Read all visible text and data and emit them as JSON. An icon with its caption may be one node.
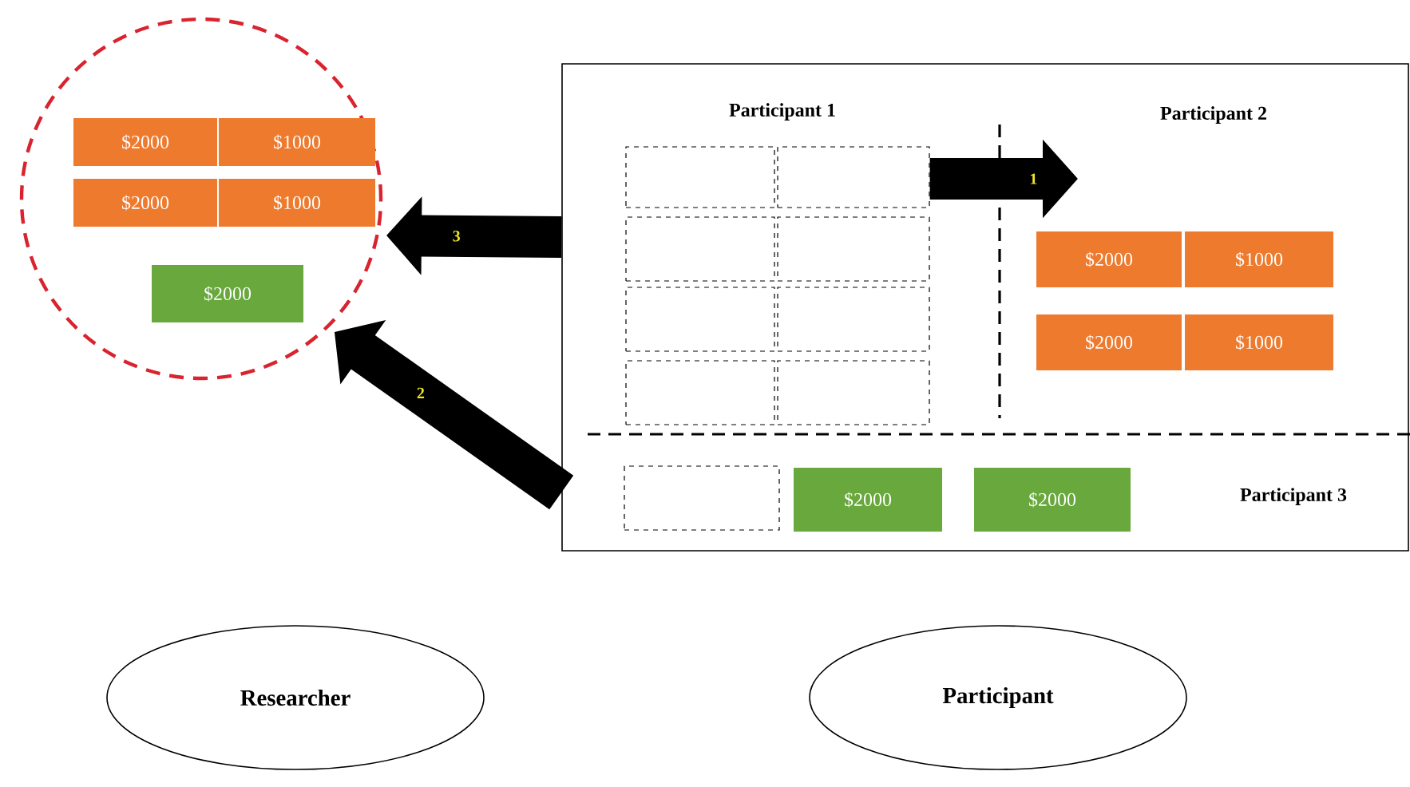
{
  "diagram": {
    "nodes": [
      {
        "text": [],
        "shape": "circle"
      },
      {
        "text": [
          "$2000"
        ],
        "in": 0
      },
      {
        "text": [
          "$1000"
        ],
        "in": 0
      },
      {
        "text": [
          "$2000"
        ],
        "in": 0
      },
      {
        "text": [
          "$1000"
        ],
        "in": 0
      },
      {
        "text": [
          "$2000"
        ],
        "in": 0
      },
      {
        "text": [],
        "shape": "box"
      },
      {
        "text": [],
        "shape": "box",
        "in": 6
      },
      {
        "text": [],
        "shape": "box",
        "in": 6
      },
      {
        "text": [],
        "shape": "box",
        "in": 6
      },
      {
        "text": [],
        "shape": "box",
        "in": 6
      },
      {
        "text": [],
        "shape": "box",
        "in": 6
      },
      {
        "text": [],
        "shape": "box",
        "in": 6
      },
      {
        "text": [],
        "shape": "box",
        "in": 6
      },
      {
        "text": [],
        "shape": "box",
        "in": 6
      },
      {
        "text": [
          "$2000"
        ],
        "in": 6
      },
      {
        "text": [
          "$1000"
        ],
        "in": 6
      },
      {
        "text": [
          "$2000"
        ],
        "in": 6
      },
      {
        "text": [
          "$1000"
        ],
        "in": 6
      },
      {
        "text": [],
        "shape": "box",
        "in": 6
      },
      {
        "text": [
          "$2000"
        ],
        "in": 6
      },
      {
        "text": [
          "$2000"
        ],
        "in": 6
      },
      {
        "text": [
          "Researcher"
        ]
      },
      {
        "text": [
          "Participant"
        ]
      }
    ],
    "edges": [
      {
        "from": 8,
        "to": null,
        "arrow": "to",
        "label": "1"
      },
      {
        "from": 6,
        "to": 0,
        "arrow": "to",
        "label": "2"
      },
      {
        "from": 6,
        "to": 0,
        "arrow": "to",
        "label": "3"
      }
    ],
    "labels": [
      "Participant 1",
      "Participant 2",
      "Participant 3"
    ]
  }
}
